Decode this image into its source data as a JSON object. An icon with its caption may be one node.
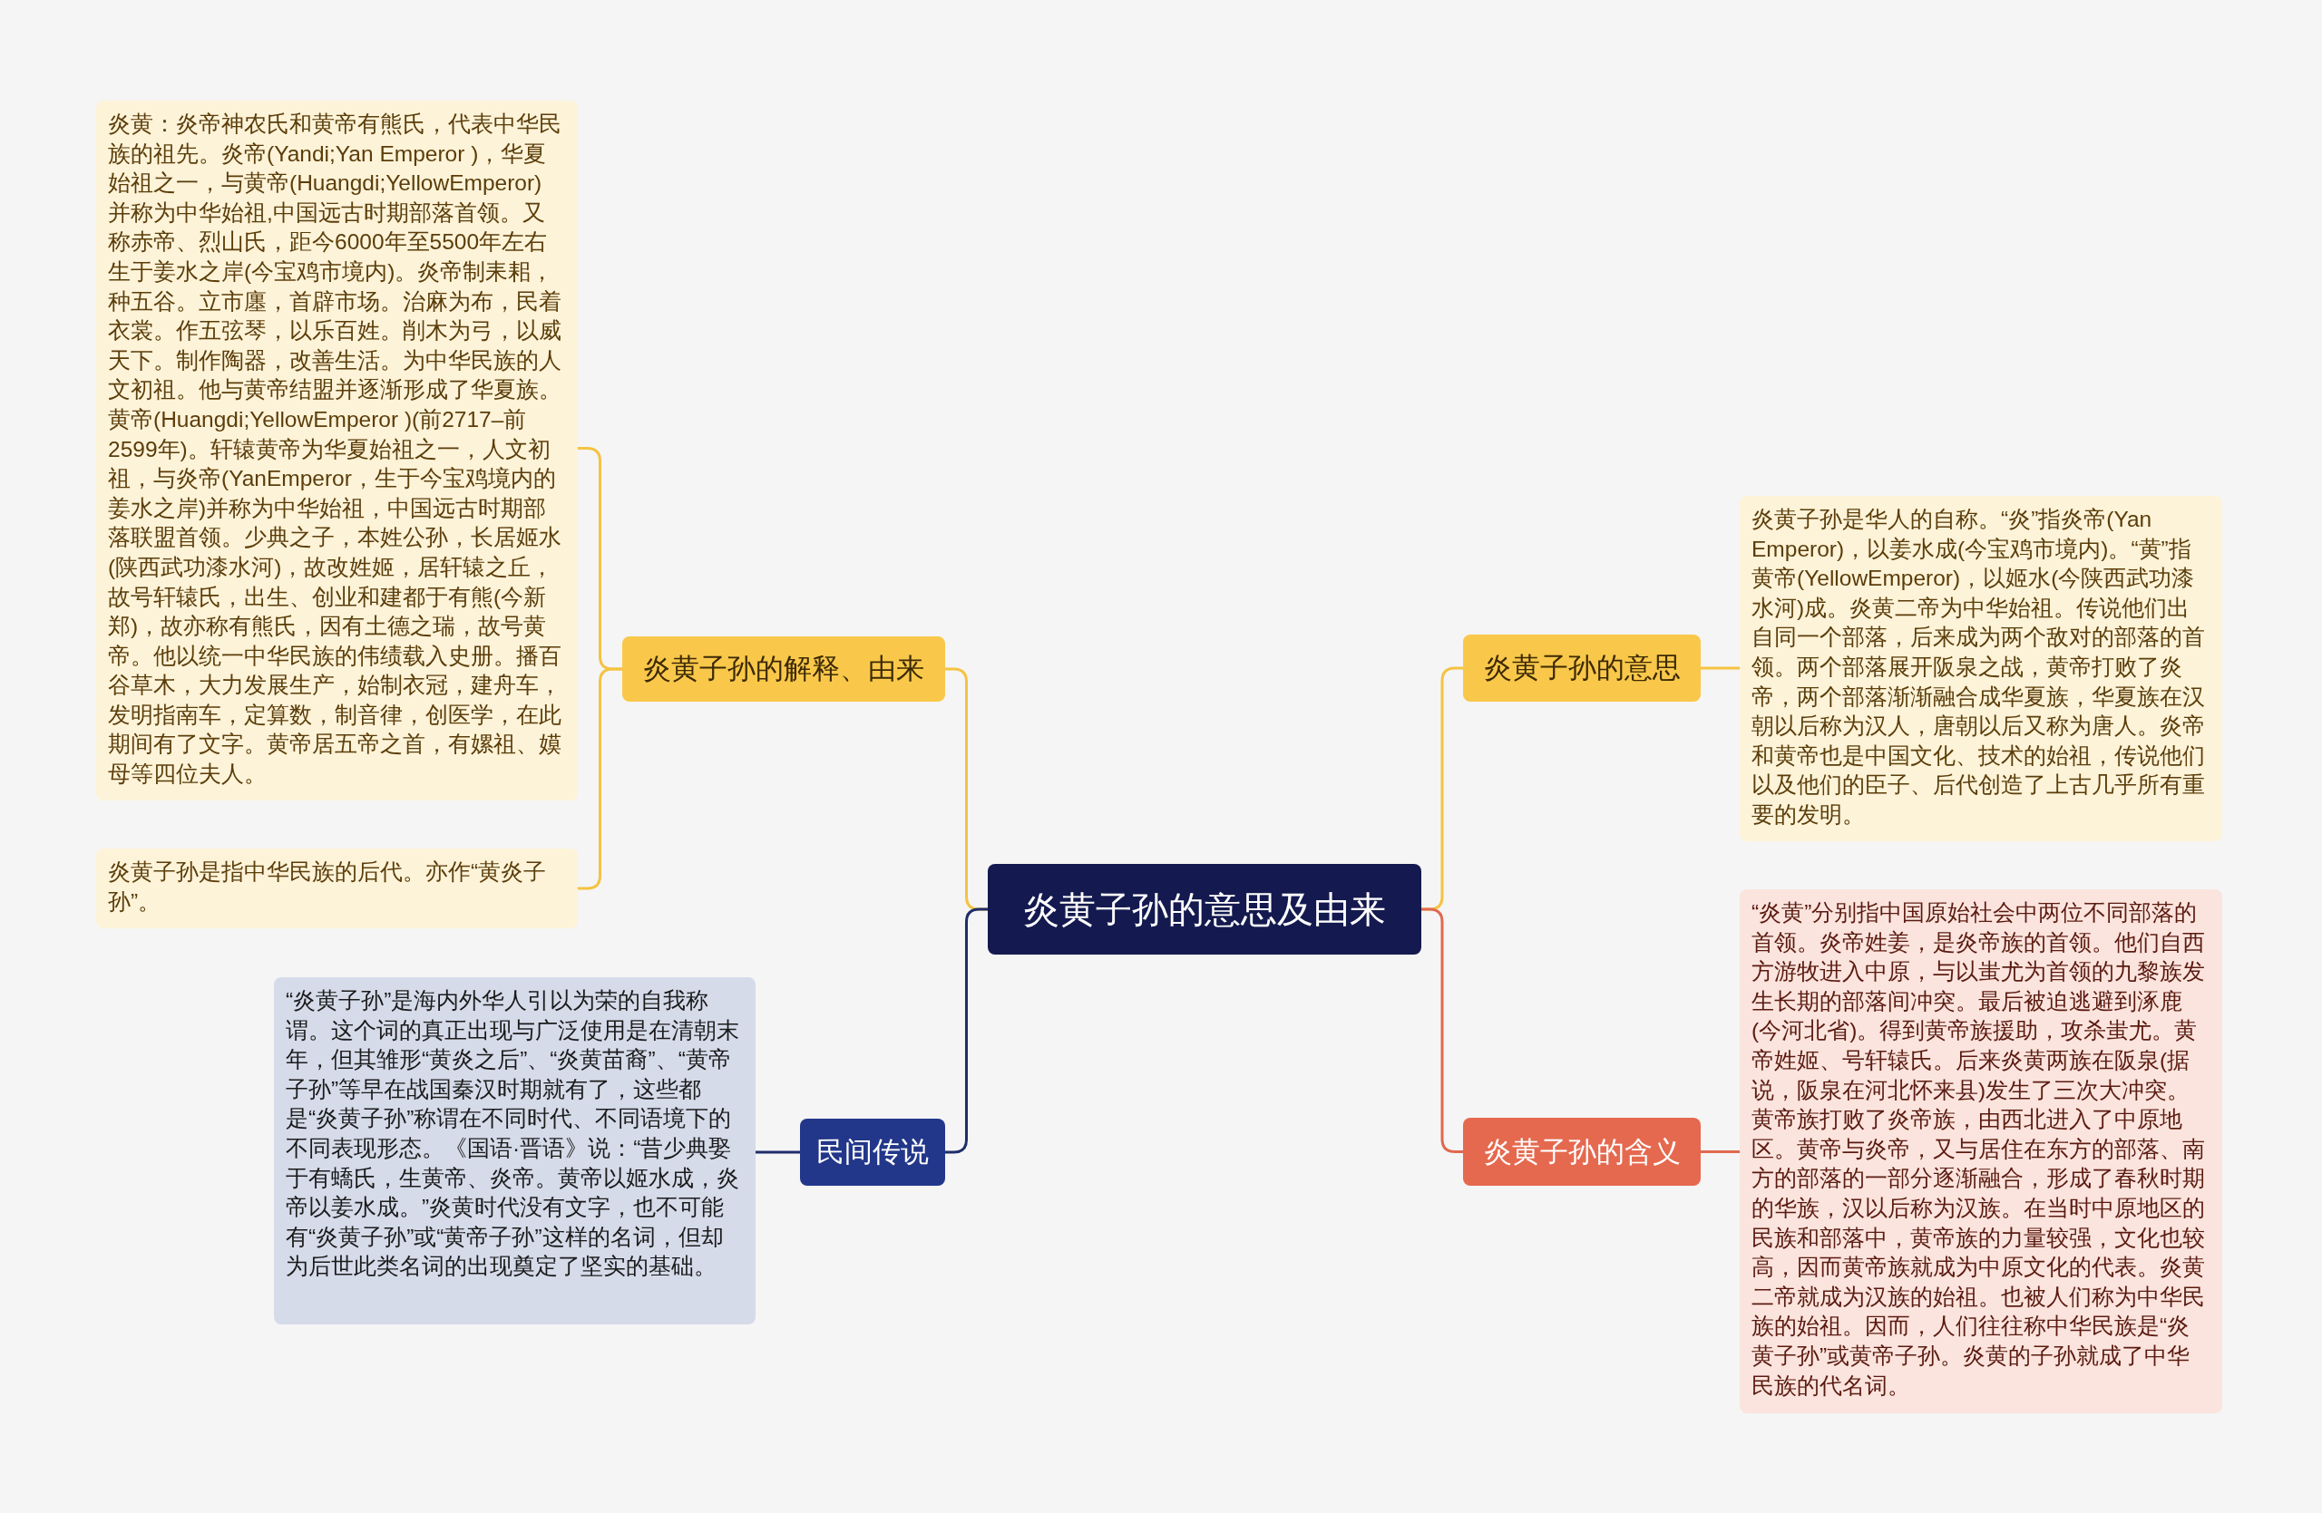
{
  "diagram": {
    "nodes": [
      {
        "text": [
          "炎黄子孙的意思及由来"
        ]
      },
      {
        "text": [
          "炎黄子孙的解释、由来"
        ]
      },
      {
        "text": [
          "炎黄：炎帝神农氏和黄帝有熊氏，代表中华民族的祖先。炎帝(Yandi;Yan Emperor )，华夏始祖之一，与黄帝(Huangdi;YellowEmperor) 并称为中华始祖,中国远古时期部落首领。又称赤帝、烈山氏，距今6000年至5500年左右生于姜水之岸(今宝鸡市境内)。炎帝制耒耜，种五谷。立市廛，首辟市场。治麻为布，民着衣裳。作五弦琴，以乐百姓。削木为弓，以威天下。制作陶器，改善生活。为中华民族的人文初祖。他与黄帝结盟并逐渐形成了华夏族。黄帝(Huangdi;YellowEmperor )(前2717–前2599年)。轩辕黄帝为华夏始祖之一，人文初祖，与炎帝(YanEmperor，生于今宝鸡境内的姜水之岸)并称为中华始祖，中国远古时期部落联盟首领。少典之子，本姓公孙，长居姬水(陕西武功漆水河)，故改姓姬，居轩辕之丘，故号轩辕氏，出生、创业和建都于有熊(今新郑)，故亦称有熊氏，因有土德之瑞，故号黄帝。他以统一中华民族的伟绩载入史册。播百谷草木，大力发展生产，始制衣冠，建舟车，发明指南车，定算数，制音律，创医学，在此期间有了文字。黄帝居五帝之首，有嫘祖、嫫母等四位夫人。"
        ]
      },
      {
        "text": [
          "炎黄子孙是指中华民族的后代。亦作“黄炎子孙”。"
        ]
      },
      {
        "text": [
          "民间传说"
        ]
      },
      {
        "text": [
          "“炎黄子孙”是海内外华人引以为荣的自我称谓。这个词的真正出现与广泛使用是在清朝末年，但其雏形“黄炎之后”、“炎黄苗裔”、“黄帝子孙”等早在战国秦汉时期就有了，这些都是“炎黄子孙”称谓在不同时代、不同语境下的不同表现形态。《国语·晋语》说：“昔少典娶于有蟜氏，生黄帝、炎帝。黄帝以姬水成，炎帝以姜水成。”炎黄时代没有文字，也不可能有“炎黄子孙”或“黄帝子孙”这样的名词，但却为后世此类名词的出现奠定了坚实的基础。"
        ]
      },
      {
        "text": [
          "炎黄子孙的意思"
        ]
      },
      {
        "text": [
          "炎黄子孙是华人的自称。“炎”指炎帝(Yan Emperor)，以姜水成(今宝鸡市境内)。“黄”指黄帝(YellowEmperor)，以姬水(今陕西武功漆水河)成。炎黄二帝为中华始祖。传说他们出自同一个部落，后来成为两个敌对的部落的首领。两个部落展开阪泉之战，黄帝打败了炎帝，两个部落渐渐融合成华夏族，华夏族在汉朝以后称为汉人，唐朝以后又称为唐人。炎帝和黄帝也是中国文化、技术的始祖，传说他们以及他们的臣子、后代创造了上古几乎所有重要的发明。"
        ]
      },
      {
        "text": [
          "炎黄子孙的含义"
        ]
      },
      {
        "text": [
          "“炎黄”分别指中国原始社会中两位不同部落的首领。炎帝姓姜，是炎帝族的首领。他们自西方游牧进入中原，与以蚩尤为首领的九黎族发生长期的部落间冲突。最后被迫逃避到涿鹿(今河北省)。得到黄帝族援助，攻杀蚩尤。黄帝姓姬、号轩辕氏。后来炎黄两族在阪泉(据说，阪泉在河北怀来县)发生了三次大冲突。黄帝族打败了炎帝族，由西北进入了中原地区。黄帝与炎帝，又与居住在东方的部落、南方的部落的一部分逐渐融合，形成了春秋时期的华族，汉以后称为汉族。在当时中原地区的民族和部落中，黄帝族的力量较强，文化也较高，因而黄帝族就成为中原文化的代表。炎黄二帝就成为汉族的始祖。也被人们称为中华民族的始祖。因而，人们往往称中华民族是“炎黄子孙”或黄帝子孙。炎黄的子孙就成了中华民族的代名词。"
        ]
      }
    ],
    "edges": [
      {
        "from": 0,
        "to": 1,
        "arrow": "none"
      },
      {
        "from": 1,
        "to": 2,
        "arrow": "none"
      },
      {
        "from": 1,
        "to": 3,
        "arrow": "none"
      },
      {
        "from": 0,
        "to": 4,
        "arrow": "none",
        "color": "#1f2d6b"
      },
      {
        "from": 4,
        "to": 5,
        "arrow": "none",
        "color": "#1f2d6b"
      },
      {
        "from": 0,
        "to": 6,
        "arrow": "none"
      },
      {
        "from": 6,
        "to": 7,
        "arrow": "none"
      },
      {
        "from": 0,
        "to": 8,
        "arrow": "none",
        "color": "#e0694f"
      },
      {
        "from": 8,
        "to": 9,
        "arrow": "none",
        "color": "#e0694f"
      }
    ]
  }
}
